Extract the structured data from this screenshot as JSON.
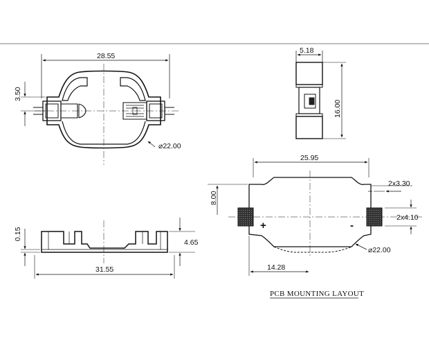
{
  "dimensions": {
    "top_width": "28.55",
    "top_height": "3.50",
    "top_diameter": "⌀22.00",
    "side_width": "5.18",
    "side_height": "16.00",
    "front_small": "0.15",
    "front_height": "4.65",
    "front_width": "31.55",
    "pcb_width": "25.95",
    "pcb_height": "8.00",
    "pcb_pad_w": "2x3.30",
    "pcb_pad_h": "2x4.10",
    "pcb_offset": "14.28",
    "pcb_diameter": "⌀22.00"
  },
  "pcb": {
    "plus": "+",
    "minus": "-",
    "caption": "PCB MOUNTING LAYOUT"
  }
}
